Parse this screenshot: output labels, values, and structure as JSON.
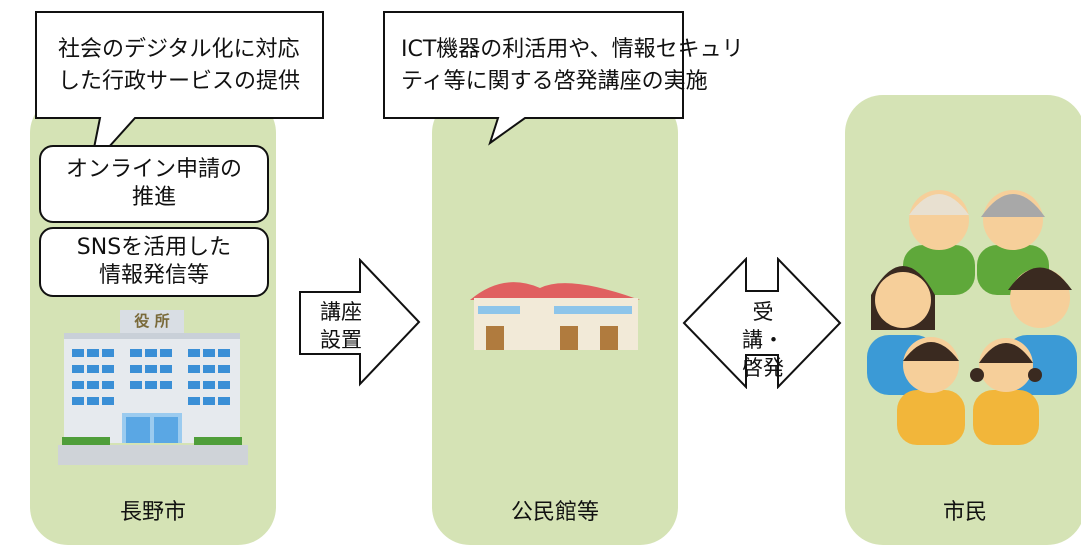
{
  "left": {
    "callout": {
      "line1": "社会のデジタル化に対応",
      "line2": "した行政サービスの提供"
    },
    "boxes": [
      {
        "line1": "オンライン申請の",
        "line2": "推進"
      },
      {
        "line1": "SNSを活用した",
        "line2": "情報発信等"
      }
    ],
    "building_sign": "役 所",
    "label": "長野市"
  },
  "middle": {
    "callout": {
      "line1": "ICT機器の利活用や、情報セキュリ",
      "line2": "ティ等に関する啓発講座の実施"
    },
    "label": "公民館等"
  },
  "right": {
    "label": "市民"
  },
  "arrow_right": {
    "line1": "講座",
    "line2": "設置"
  },
  "arrow_both": {
    "line1": "受講・",
    "line2": "啓発"
  },
  "colors": {
    "panel": "#d5e3b5",
    "roof": "#e06060",
    "building": "#cfe3f3"
  }
}
